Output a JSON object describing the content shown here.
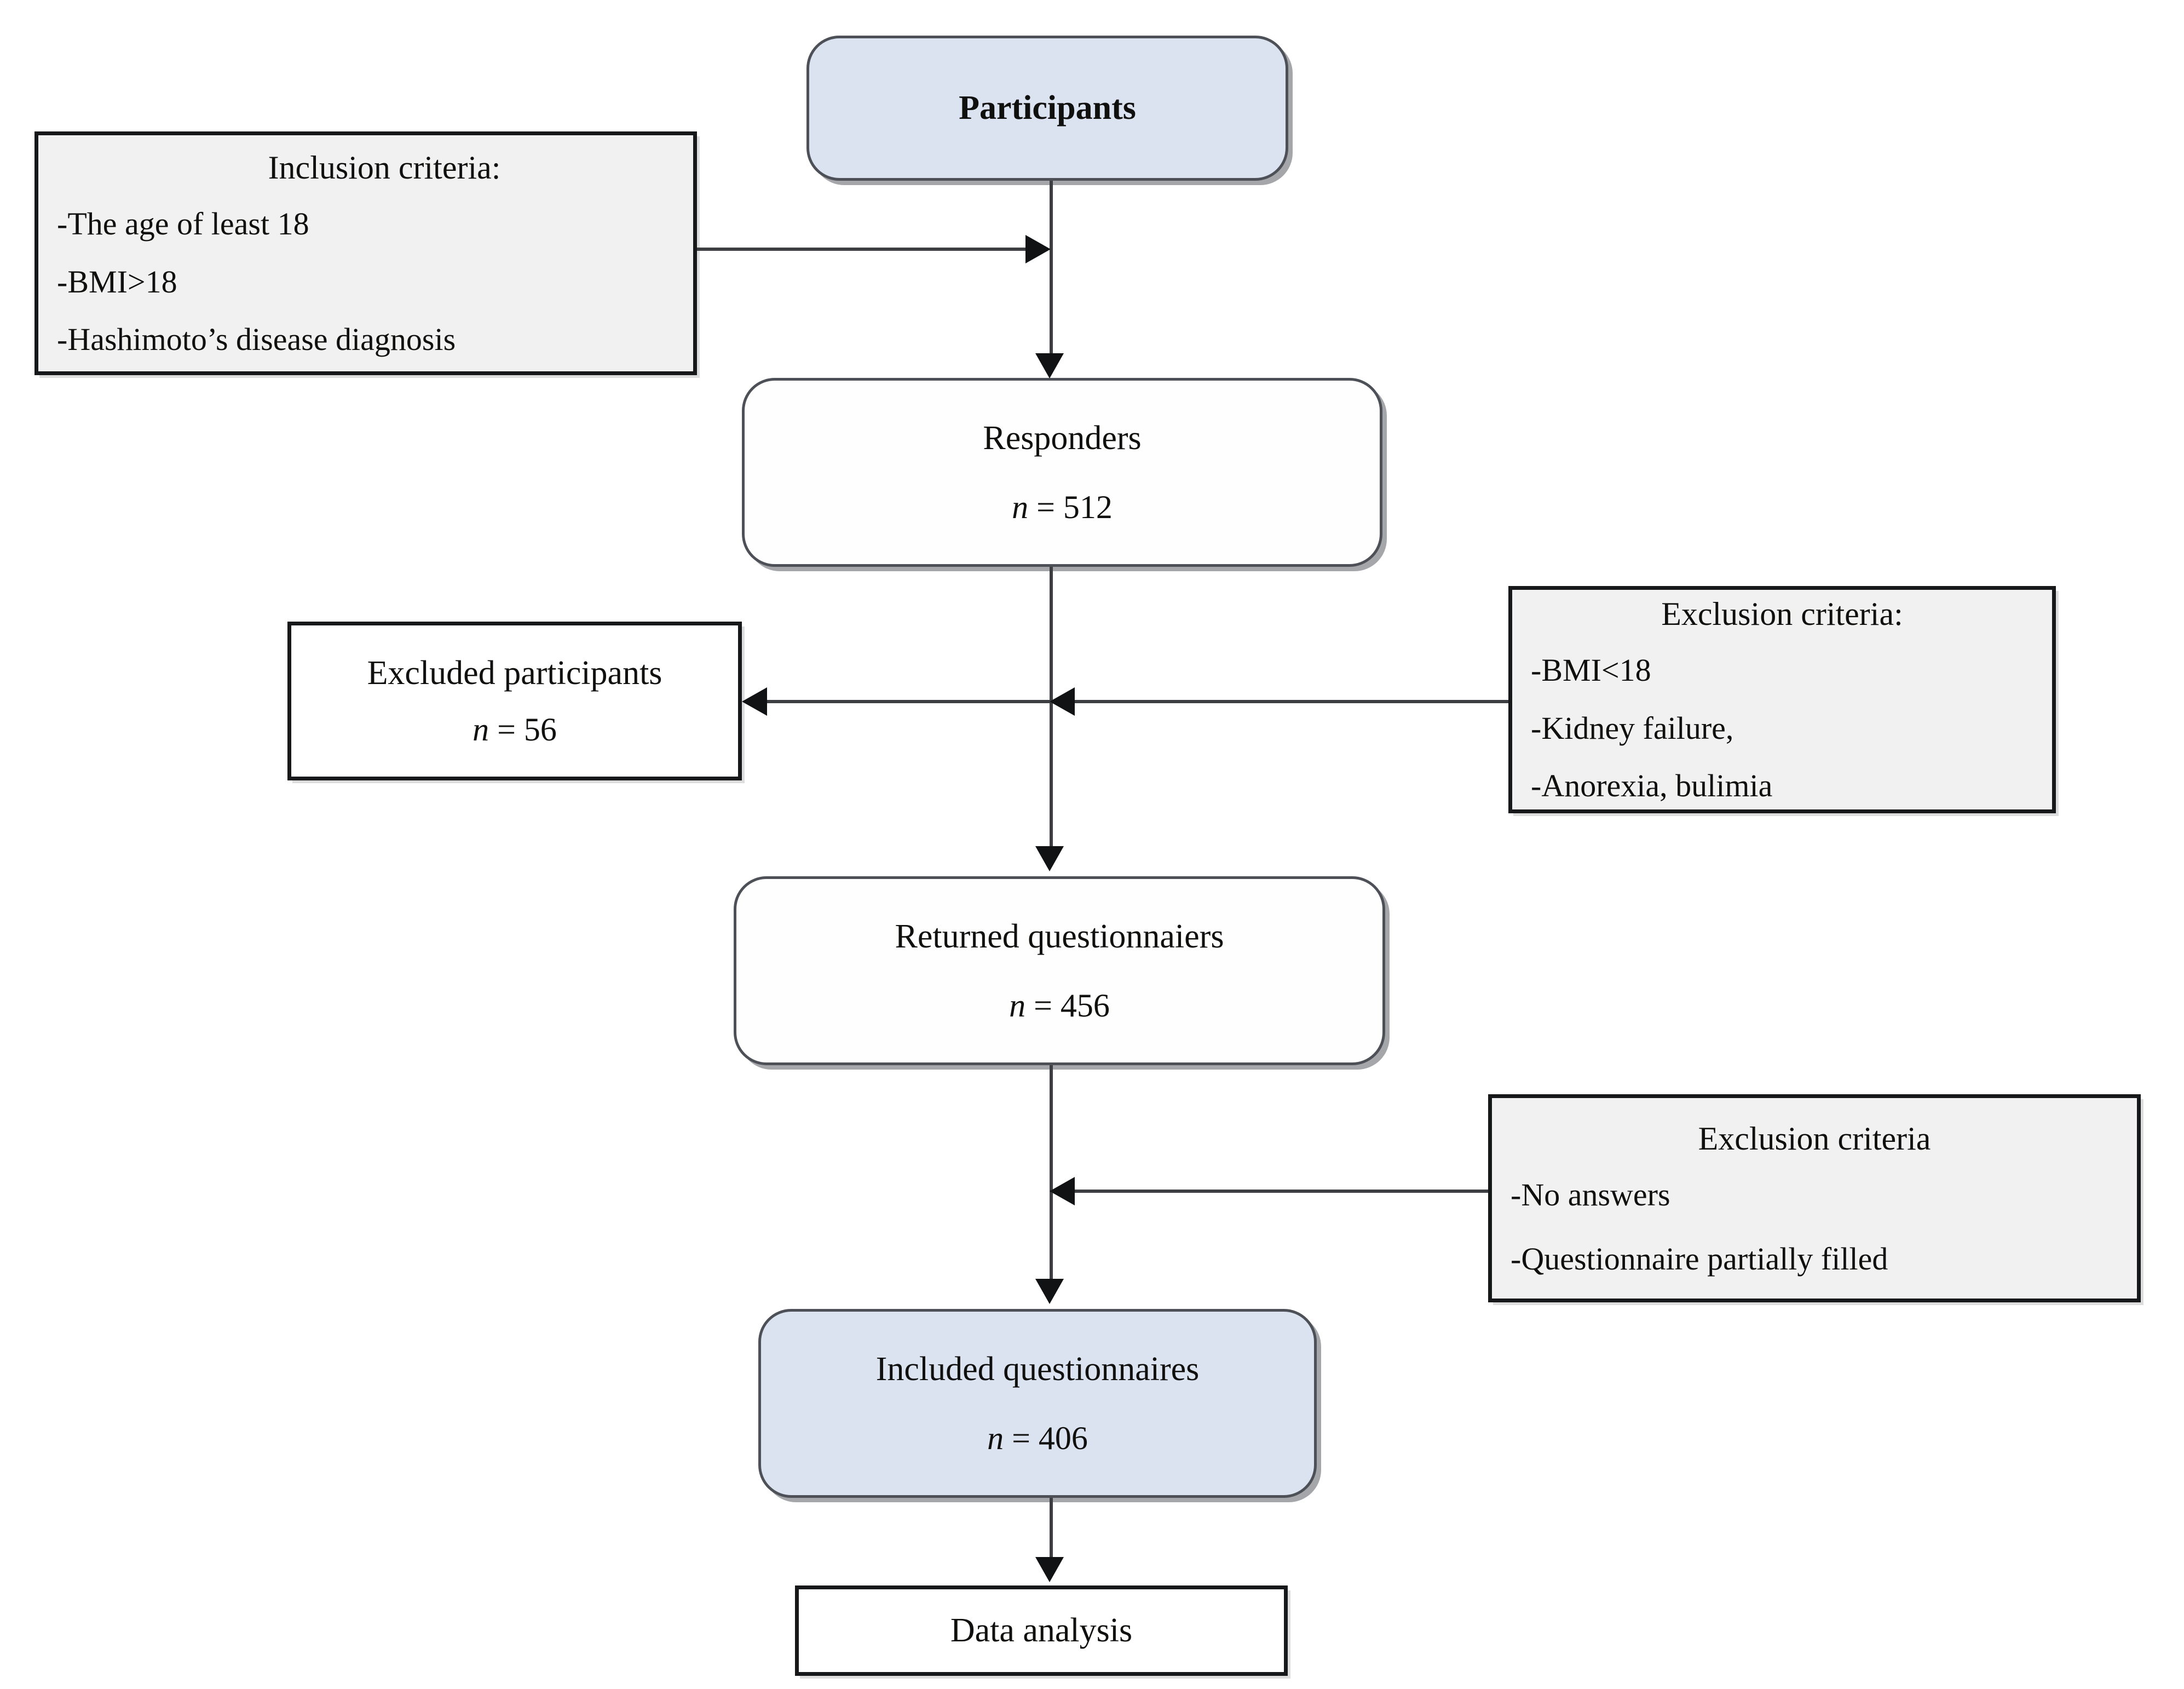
{
  "diagram": {
    "type": "flowchart",
    "orientation": "top-to-bottom",
    "nodes": {
      "participants": {
        "label": "Participants"
      },
      "inclusion": {
        "heading": "Inclusion criteria:",
        "items": [
          "-The age of least 18",
          "-BMI>18",
          "-Hashimoto’s disease diagnosis"
        ]
      },
      "responders": {
        "label": "Responders",
        "n_prefix": "n",
        "n_eq": " = ",
        "n_value": "512",
        "count": "n = 512"
      },
      "excluded": {
        "label": "Excluded participants",
        "count": "n = 56",
        "n_prefix": "n",
        "n_eq": " = ",
        "n_value": "56"
      },
      "exclusion_1": {
        "heading": "Exclusion criteria:",
        "items": [
          "-BMI<18",
          "-Kidney failure,",
          "-Anorexia, bulimia"
        ]
      },
      "returned": {
        "label": "Returned questionnaiers",
        "count": "n = 456",
        "n_prefix": "n",
        "n_eq": " = ",
        "n_value": "456"
      },
      "exclusion_2": {
        "heading": "Exclusion criteria",
        "items": [
          "-No answers",
          "-Questionnaire partially filled"
        ]
      },
      "included": {
        "label": "Included questionnaires",
        "count": "n = 406",
        "n_prefix": "n",
        "n_eq": " = ",
        "n_value": "406"
      },
      "data_analysis": {
        "label": "Data analysis"
      }
    },
    "edges": [
      {
        "from": "participants",
        "to": "responders",
        "style": "straight-down"
      },
      {
        "from": "inclusion",
        "to": "participants-flow",
        "style": "horizontal-right"
      },
      {
        "from": "responders",
        "to": "returned",
        "style": "straight-down"
      },
      {
        "from": "exclusion_1",
        "to": "excluded",
        "style": "horizontal-left"
      },
      {
        "from": "returned",
        "to": "included",
        "style": "straight-down"
      },
      {
        "from": "exclusion_2",
        "to": "returned-flow",
        "style": "horizontal-left"
      },
      {
        "from": "included",
        "to": "data_analysis",
        "style": "straight-down"
      }
    ],
    "colors": {
      "highlight_fill": "#dbe2f0",
      "node_border": "#4d5057",
      "criteria_fill": "#f1f1f1",
      "criteria_border": "#17181a",
      "connector": "#3c3e42",
      "text": "#10100f",
      "background": "#ffffff"
    }
  }
}
